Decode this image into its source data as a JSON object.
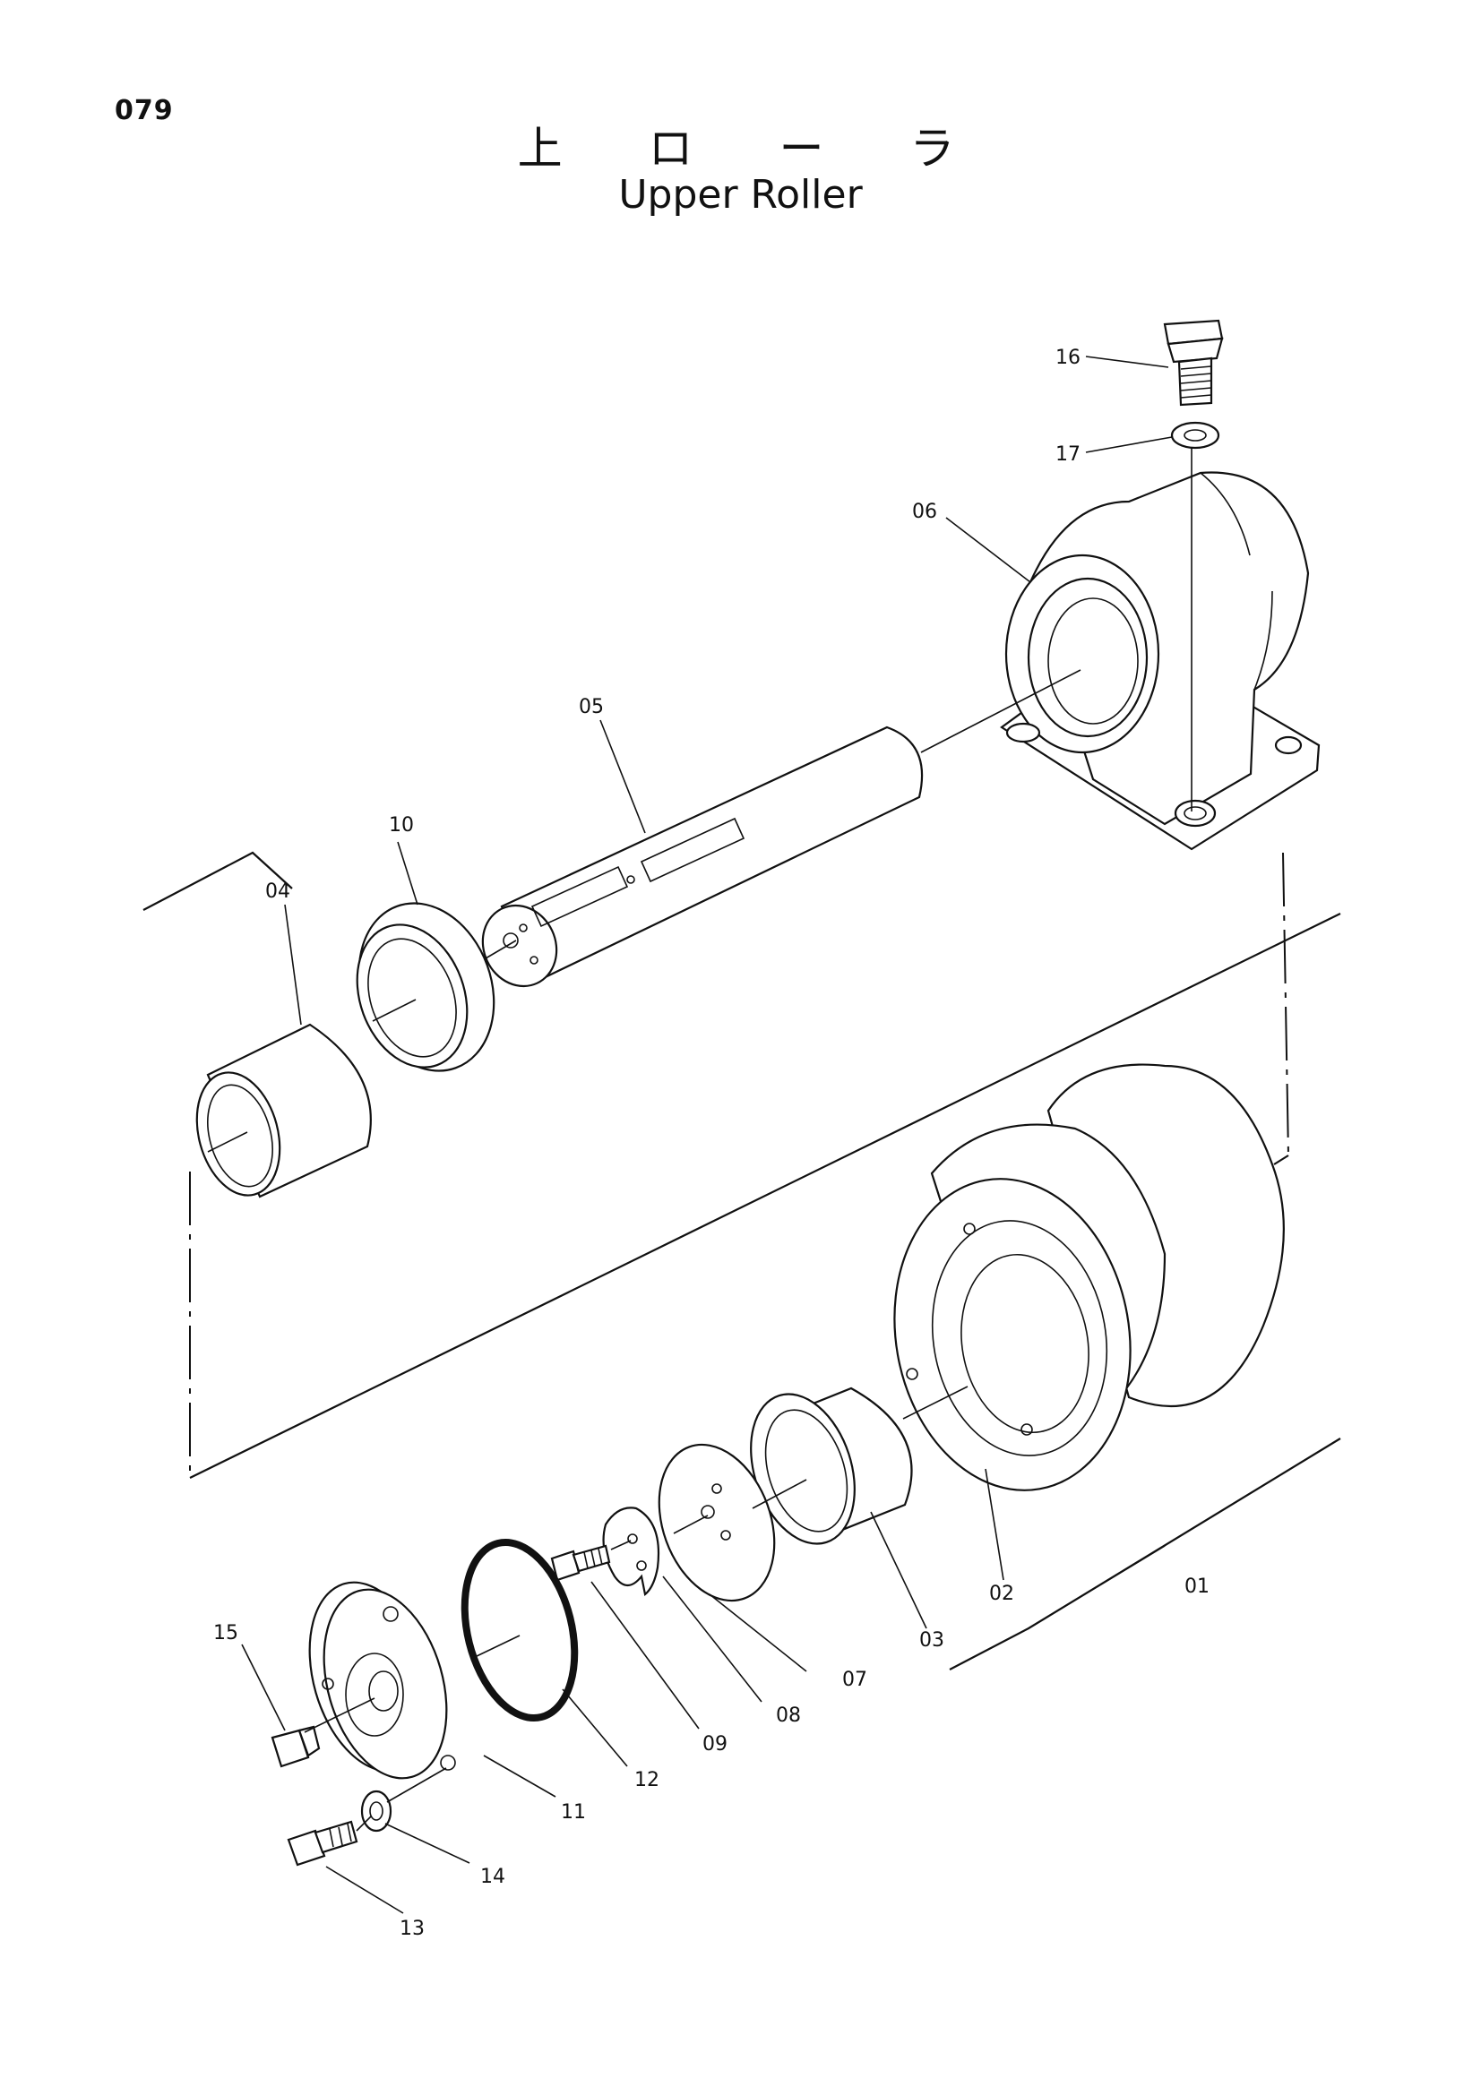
{
  "page_number": "079",
  "title_japanese": "上 ロ ー ラ",
  "title_english": "Upper Roller",
  "part_labels": {
    "p01": "01",
    "p02": "02",
    "p03": "03",
    "p04": "04",
    "p05": "05",
    "p06": "06",
    "p07": "07",
    "p08": "08",
    "p09": "09",
    "p10": "10",
    "p11": "11",
    "p12": "12",
    "p13": "13",
    "p14": "14",
    "p15": "15",
    "p16": "16",
    "p17": "17"
  }
}
